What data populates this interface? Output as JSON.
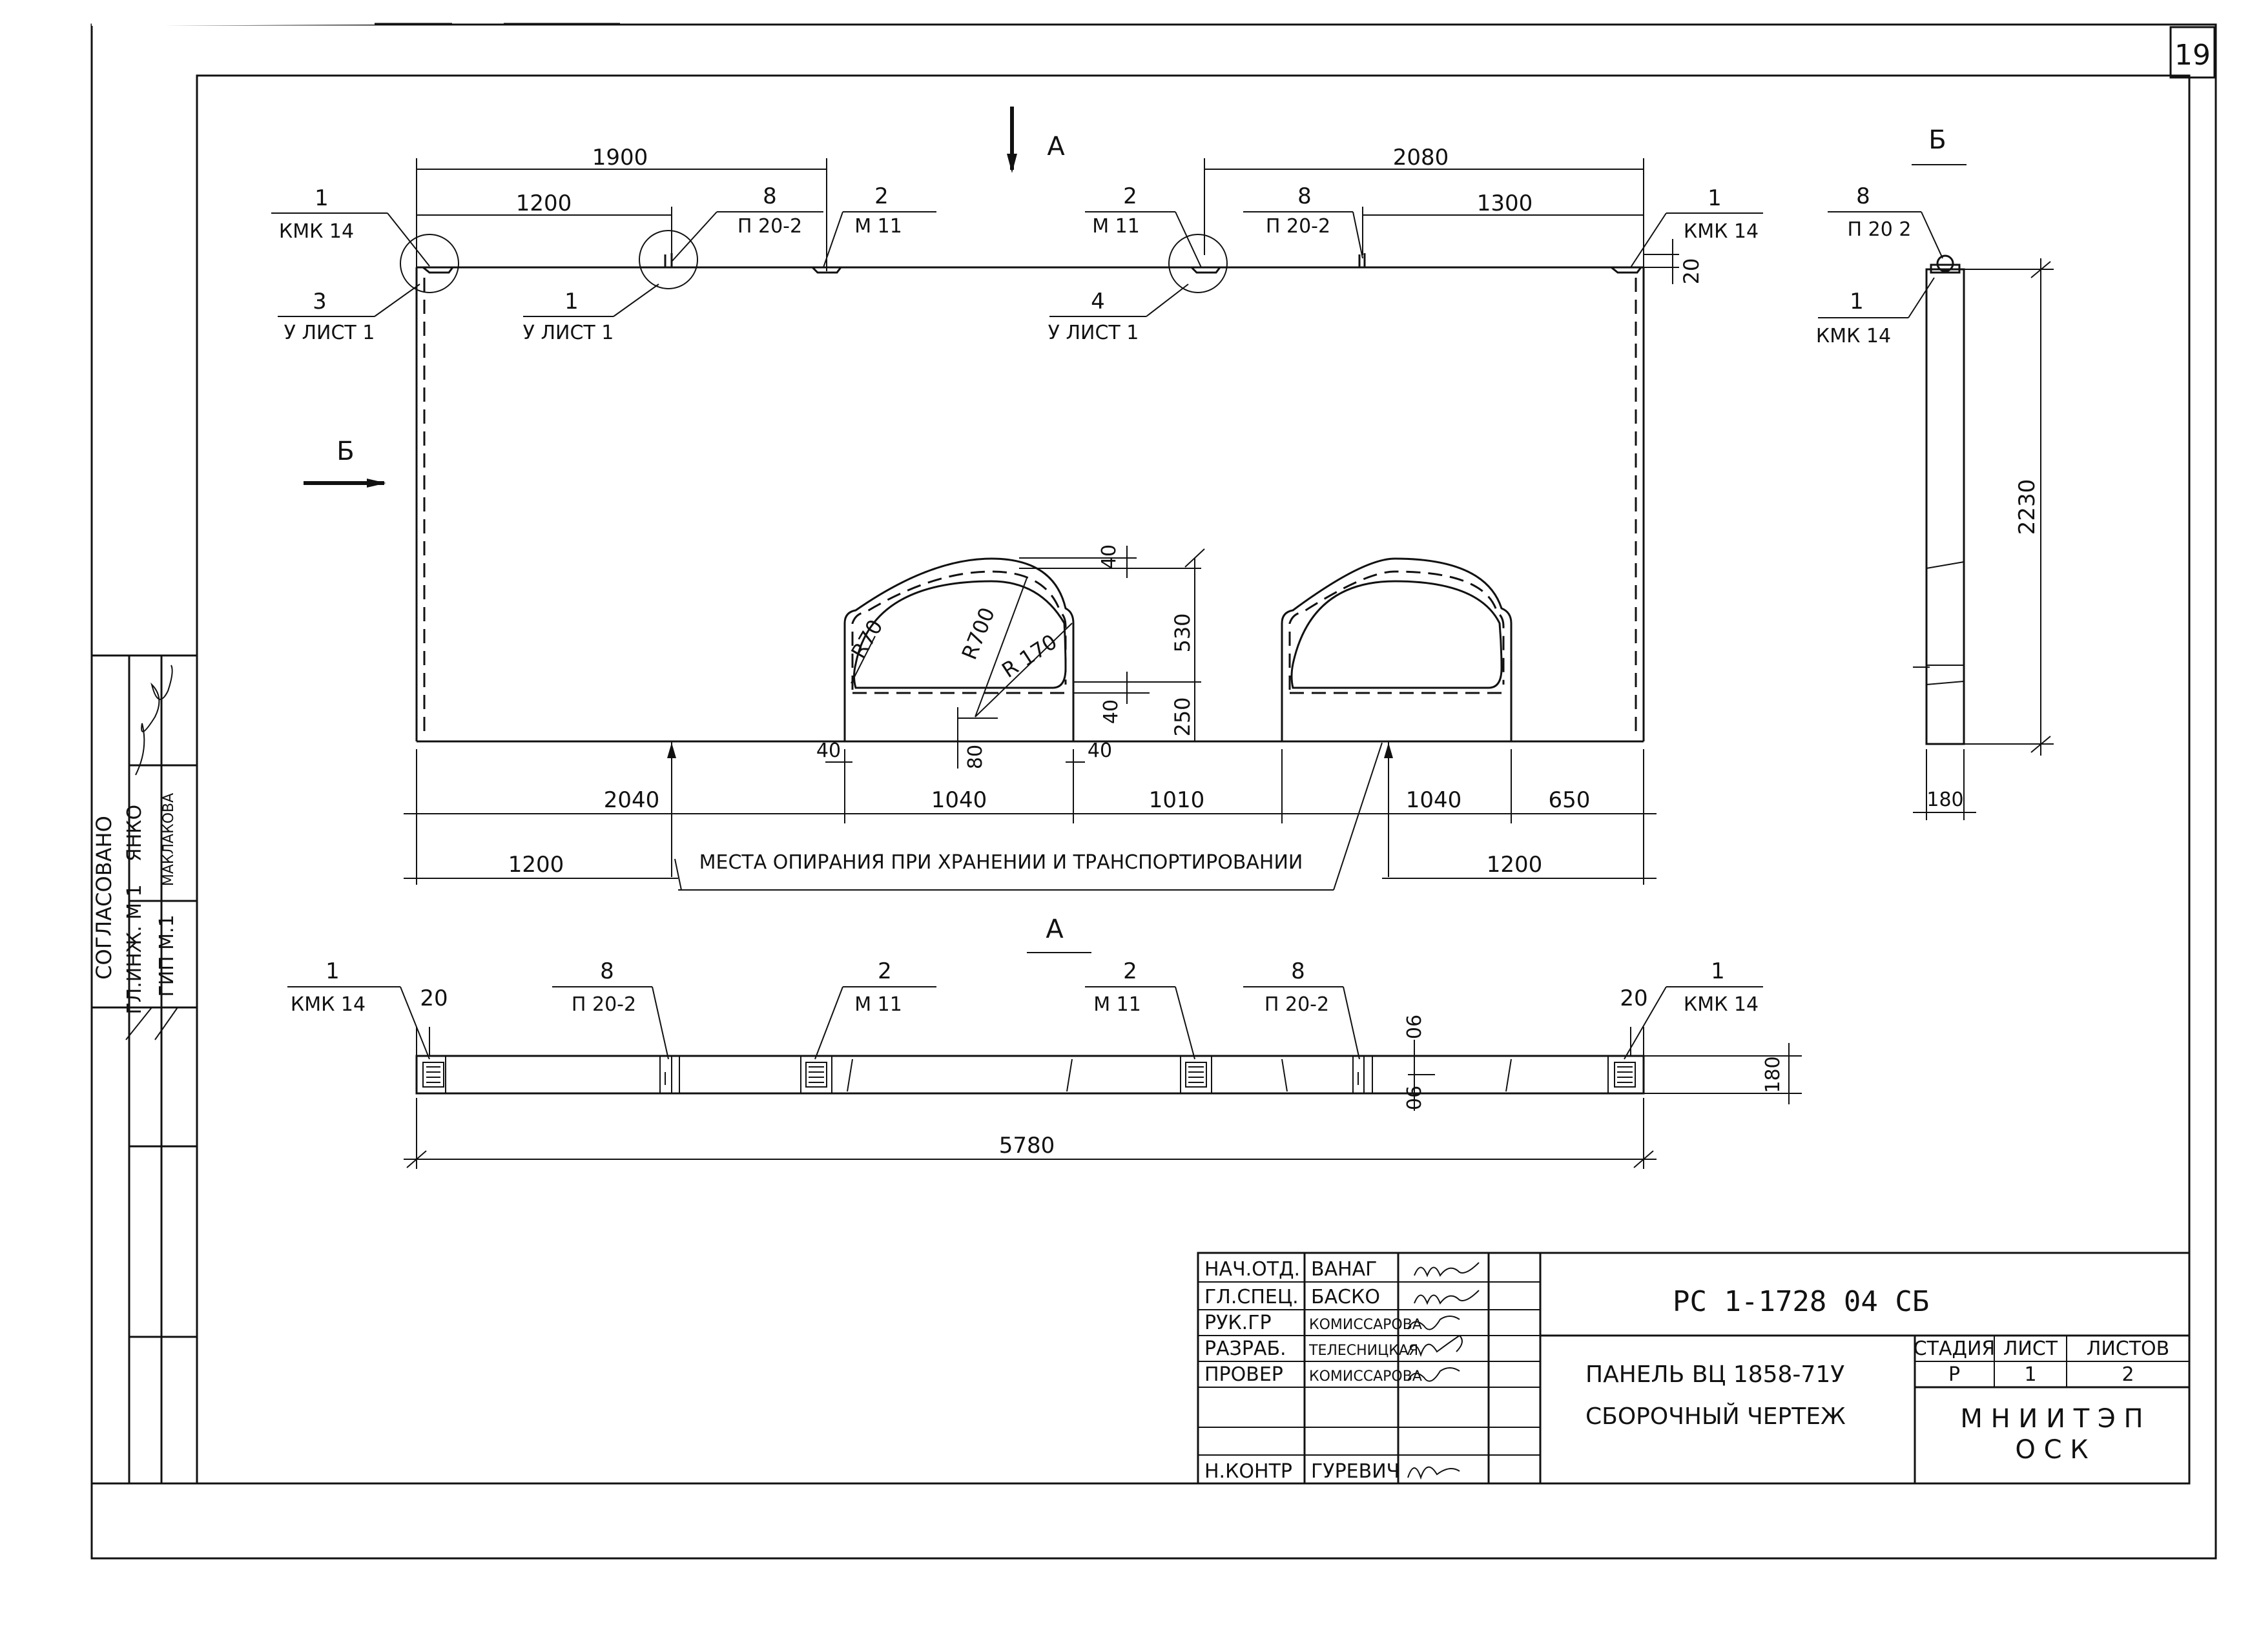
{
  "sheet_number": "19",
  "views": {
    "main": {
      "section_arrow_a": "А",
      "section_arrow_b": "Б",
      "dims_top": {
        "left_total": "1900",
        "left_inner": "1200",
        "right_total": "2080",
        "right_inner": "1300",
        "edge_offset": "20"
      },
      "leaders_top": [
        {
          "num": "1",
          "label": "КМК 14"
        },
        {
          "num": "8",
          "label": "П  20-2"
        },
        {
          "num": "2",
          "label": "М 11"
        },
        {
          "num": "2",
          "label": "М 11"
        },
        {
          "num": "8",
          "label": "П  20-2"
        },
        {
          "num": "1",
          "label": "КМК 14"
        }
      ],
      "node_refs": [
        {
          "num": "3",
          "label": "У ЛИСТ 1"
        },
        {
          "num": "1",
          "label": "У ЛИСТ 1"
        },
        {
          "num": "4",
          "label": "У ЛИСТ 1"
        }
      ],
      "opening": {
        "r70": "R70",
        "r700": "R700",
        "r170": "R 170",
        "d40_top": "40",
        "d530": "530",
        "d40_mid": "40",
        "d250": "250",
        "d80": "80",
        "d40_left": "40",
        "d40_right": "40"
      },
      "dims_bottom1": [
        "2040",
        "1040",
        "1010",
        "1040",
        "650"
      ],
      "dims_bottom2": [
        "1200",
        "1200"
      ],
      "support_note": "МЕСТА ОПИРАНИЯ ПРИ ХРАНЕНИИ И ТРАНСПОРТИРОВАНИИ"
    },
    "section_b": {
      "title": "Б",
      "leader_top": {
        "num": "8",
        "label": "П  20  2"
      },
      "leader_side": {
        "num": "1",
        "label": "КМК 14"
      },
      "height": "2230",
      "width": "180"
    },
    "section_a": {
      "title": "А",
      "leaders": [
        {
          "num": "1",
          "label": "КМК 14"
        },
        {
          "num": "8",
          "label": "П  20-2"
        },
        {
          "num": "2",
          "label": "М 11"
        },
        {
          "num": "2",
          "label": "М 11"
        },
        {
          "num": "8",
          "label": "П  20-2"
        },
        {
          "num": "1",
          "label": "КМК 14"
        }
      ],
      "edge_left": "20",
      "edge_right": "20",
      "half_top": "90",
      "half_bottom": "90",
      "thickness": "180",
      "length": "5780"
    }
  },
  "approval_block": {
    "title": "СОГЛАСОВАНО",
    "rows": [
      {
        "role": "ГЛ.ИНЖ. М 1",
        "name": "ЯНКО"
      },
      {
        "role": "ГИП М.1",
        "name": "МАКЛАКОВА"
      }
    ]
  },
  "title_block": {
    "staff": [
      {
        "role": "НАЧ.ОТД.",
        "name": "ВАНАГ"
      },
      {
        "role": "ГЛ.СПЕЦ.",
        "name": "БАСКО"
      },
      {
        "role": "РУК.ГР",
        "name": "КОМИССАРОВА"
      },
      {
        "role": "РАЗРАБ.",
        "name": "ТЕЛЕСНИЦКАЯ"
      },
      {
        "role": "ПРОВЕР",
        "name": "КОМИССАРОВА"
      },
      {
        "role": "",
        "name": ""
      },
      {
        "role": "Н.КОНТР",
        "name": "ГУРЕВИЧ"
      }
    ],
    "doc_code": "РС 1-1728  04 СБ",
    "panel_name": "ПАНЕЛЬ ВЦ 1858-71У",
    "drawing_type": "СБОРОЧНЫЙ ЧЕРТЕЖ",
    "headers": {
      "stage": "СТАДИЯ",
      "sheet": "ЛИСТ",
      "sheets": "ЛИСТОВ"
    },
    "values": {
      "stage": "Р",
      "sheet": "1",
      "sheets": "2"
    },
    "org_line1": "М Н И И Т Э П",
    "org_line2": "О С К"
  }
}
